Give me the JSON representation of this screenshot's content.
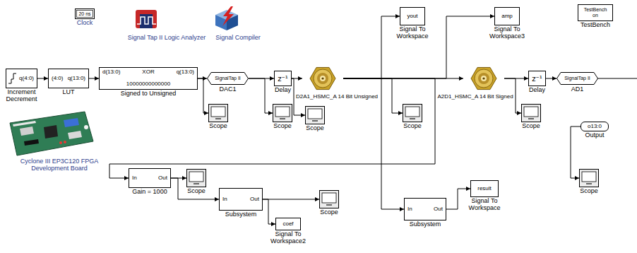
{
  "diagram": {
    "nodes": [
      {
        "text": [
          "20 ns",
          "Clock"
        ]
      },
      {
        "text": [
          "Signal Tap II Logic Analyzer"
        ]
      },
      {
        "text": [
          "Signal Compiler"
        ]
      },
      {
        "text": [
          "yout",
          "Signal To Workspace"
        ]
      },
      {
        "text": [
          "amp",
          "Signal To Workspace3"
        ]
      },
      {
        "text": [
          "TestBench on",
          "TestBench"
        ]
      },
      {
        "text": [
          "q(4:0)",
          "Increment Decrement"
        ]
      },
      {
        "text": [
          "(4:0)",
          "q(13:0)",
          "LUT"
        ]
      },
      {
        "text": [
          "d(13:0)",
          "XOR",
          "q(13:0)",
          "10000000000000",
          "Signed to Unsigned"
        ]
      },
      {
        "text": [
          "SignalTap II",
          "DAC1"
        ]
      },
      {
        "text": [
          "z⁻¹",
          "Delay"
        ]
      },
      {
        "text": [
          "D2A1_HSMC_A 14 Bit Unsigned"
        ]
      },
      {
        "text": [
          "A2D1_HSMC_A 14 Bit Signed"
        ]
      },
      {
        "text": [
          "z⁻¹",
          "Delay"
        ]
      },
      {
        "text": [
          "SignalTap II",
          "AD1"
        ]
      },
      {
        "text": [
          "Scope"
        ]
      },
      {
        "text": [
          "Scope"
        ]
      },
      {
        "text": [
          "Scope"
        ]
      },
      {
        "text": [
          "Scope"
        ]
      },
      {
        "text": [
          "Scope"
        ]
      },
      {
        "text": [
          "Cyclone III EP3C120 FPGA Development Board"
        ]
      },
      {
        "text": [
          "o13:0",
          "Output"
        ]
      },
      {
        "text": [
          "In",
          "Out",
          "Gain = 1000"
        ]
      },
      {
        "text": [
          "Scope"
        ]
      },
      {
        "text": [
          "In",
          "Out",
          "Subsystem"
        ]
      },
      {
        "text": [
          "Scope"
        ]
      },
      {
        "text": [
          "In",
          "Out",
          "Subsystem"
        ]
      },
      {
        "text": [
          "result",
          "Signal To Workspace"
        ]
      },
      {
        "text": [
          "Scope"
        ]
      },
      {
        "text": [
          "coef",
          "Signal To Workspace2"
        ]
      }
    ],
    "edges": [
      {
        "from": 6,
        "to": 7,
        "arrow": "to"
      },
      {
        "from": 7,
        "to": 8,
        "arrow": "to"
      },
      {
        "from": 8,
        "to": 9,
        "arrow": "to"
      },
      {
        "from": 8,
        "to": 15,
        "arrow": "to"
      },
      {
        "from": 9,
        "to": 10,
        "arrow": "to"
      },
      {
        "from": 9,
        "to": 16,
        "arrow": "to"
      },
      {
        "from": 10,
        "to": 11,
        "arrow": "to"
      },
      {
        "from": 10,
        "to": 17,
        "arrow": "to"
      },
      {
        "from": 11,
        "to": 12,
        "arrow": "to"
      },
      {
        "from": 11,
        "to": 3,
        "arrow": "to"
      },
      {
        "from": 11,
        "to": 18,
        "arrow": "to"
      },
      {
        "from": 11,
        "to": 26,
        "arrow": "to"
      },
      {
        "from": 11,
        "to": 4,
        "arrow": "to"
      },
      {
        "from": 11,
        "to": 22,
        "arrow": "to"
      },
      {
        "from": 12,
        "to": 13,
        "arrow": "to"
      },
      {
        "from": 12,
        "to": 19,
        "arrow": "to"
      },
      {
        "from": 13,
        "to": 14,
        "arrow": "to"
      },
      {
        "from": 21,
        "to": 28,
        "arrow": "to"
      },
      {
        "from": 22,
        "to": 23,
        "arrow": "to"
      },
      {
        "from": 22,
        "to": 24,
        "arrow": "to"
      },
      {
        "from": 24,
        "to": 25,
        "arrow": "to"
      },
      {
        "from": 24,
        "to": 29,
        "arrow": "to"
      },
      {
        "from": 26,
        "to": 27,
        "arrow": "to"
      }
    ]
  }
}
